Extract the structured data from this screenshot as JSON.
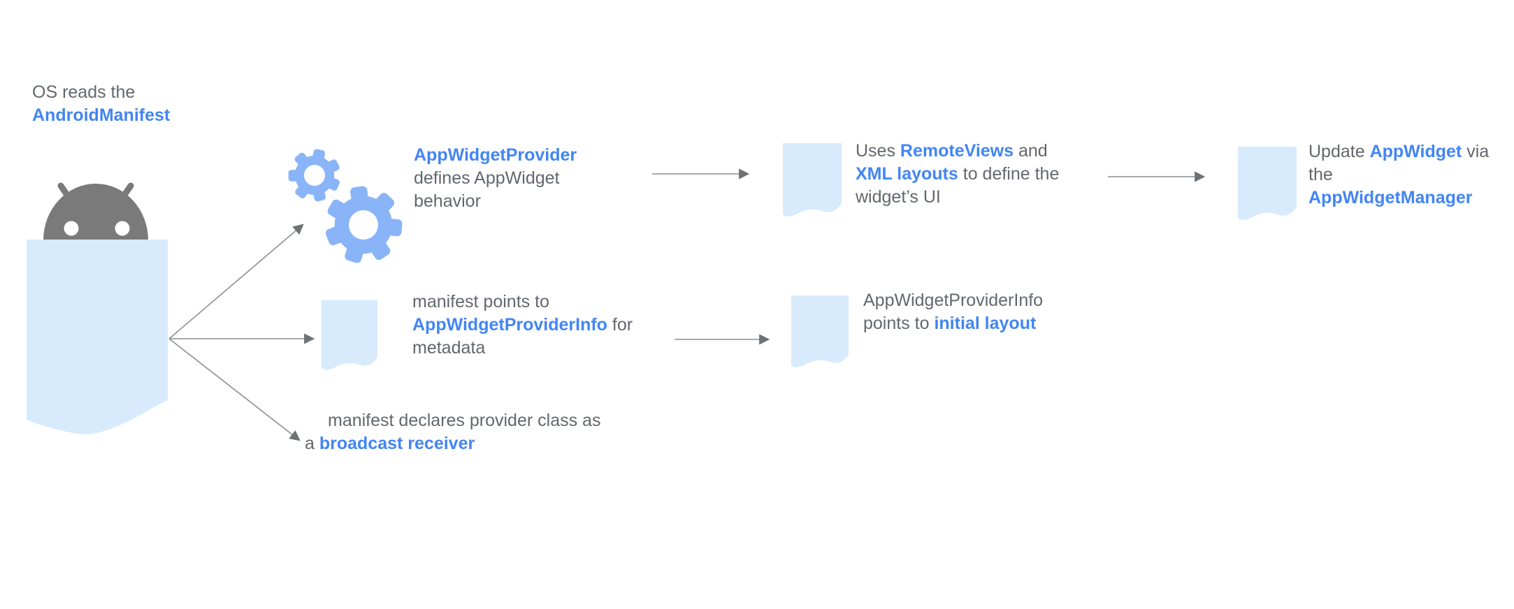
{
  "title": "AppWidget lifecycle diagram",
  "colors": {
    "accent_blue": "#4285F4",
    "gear_blue": "#8AB4F8",
    "document_fill": "#D7EBFC",
    "robot_gray": "#7A7A7A",
    "text_gray": "#63676c",
    "arrow_gray": "#8a8d90"
  },
  "icons": {
    "android": "android-robot-icon",
    "manifest_document": "manifest-document-icon",
    "gears": "gears-icon",
    "document": "document-icon",
    "arrow": "arrow-connector"
  },
  "captions": {
    "os": {
      "line1": "OS reads the",
      "line2": "AndroidManifest"
    },
    "provider": {
      "line1": "AppWidgetProvider",
      "line2": "defines AppWidget",
      "line3": "behavior"
    },
    "remoteviews": {
      "l1a": "Uses ",
      "l1b": "RemoteViews",
      "l1c": " and",
      "l2a": "XML layouts",
      "l2b": " to define the",
      "l3": "widget’s UI"
    },
    "update": {
      "l1a": "Update ",
      "l1b": "AppWidget",
      "l1c": " via",
      "l2": "the",
      "l3": "AppWidgetManager"
    },
    "providerinfo": {
      "l1": "manifest points to",
      "l2a": "AppWidgetProviderInfo",
      "l2b": " for",
      "l3": "metadata"
    },
    "initiallayout": {
      "l1": "AppWidgetProviderInfo",
      "l2a": "points to ",
      "l2b": "initial layout"
    },
    "broadcast": {
      "l1": "manifest declares provider class as",
      "l2a": "a ",
      "l2b": "broadcast receiver"
    }
  }
}
